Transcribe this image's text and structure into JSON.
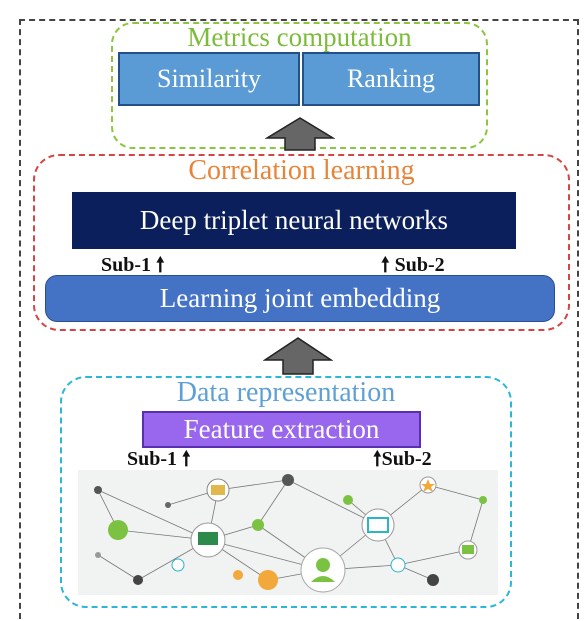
{
  "metrics": {
    "title": "Metrics computation",
    "similarity": "Similarity",
    "ranking": "Ranking"
  },
  "correlation": {
    "title": "Correlation learning",
    "deep": "Deep triplet neural networks",
    "sub1": "Sub-1",
    "sub2": "Sub-2",
    "joint": "Learning joint embedding"
  },
  "data": {
    "title": "Data representation",
    "feature": "Feature extraction",
    "sub1": "Sub-1",
    "sub2": "Sub-2"
  },
  "colors": {
    "metrics_border": "#8cc63f",
    "correlation_border": "#d64545",
    "data_border": "#2ab7d8",
    "deep_box": "#0a1f5c",
    "feature_box": "#9966ee"
  },
  "icons": [
    "arrow-up-icon",
    "network-illustration",
    "person-icon",
    "laptop-icon",
    "thumbs-up-icon"
  ]
}
